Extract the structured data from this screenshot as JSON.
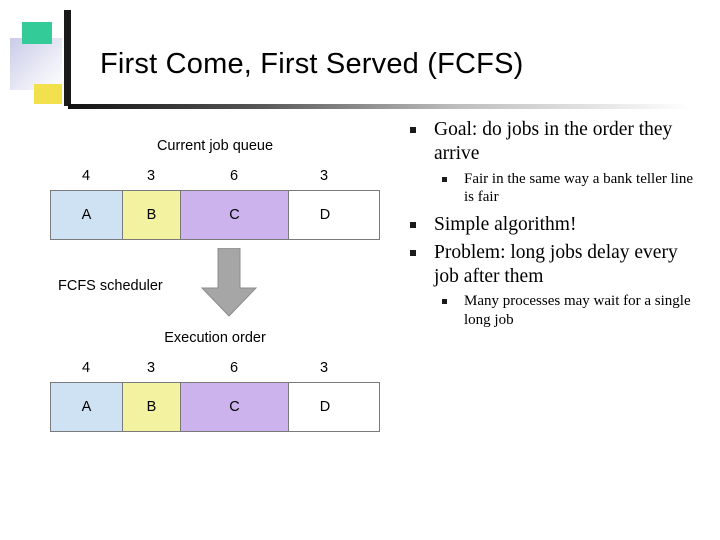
{
  "slide": {
    "title": "First Come, First Served (FCFS)",
    "left": {
      "queue_caption": "Current job queue",
      "queue_numbers": [
        "4",
        "3",
        "6",
        "3"
      ],
      "queue_jobs": [
        "A",
        "B",
        "C",
        "D"
      ],
      "scheduler_label": "FCFS scheduler",
      "exec_caption": "Execution order",
      "exec_numbers": [
        "4",
        "3",
        "6",
        "3"
      ],
      "exec_jobs": [
        "A",
        "B",
        "C",
        "D"
      ]
    },
    "bullets": [
      {
        "level": 1,
        "text": "Goal: do jobs in the order they arrive"
      },
      {
        "level": 2,
        "text": "Fair in the same way a bank teller line is fair"
      },
      {
        "level": 1,
        "text": "Simple algorithm!"
      },
      {
        "level": 1,
        "text": "Problem: long jobs delay every job after them"
      },
      {
        "level": 2,
        "text": "Many processes may wait for a single long job"
      }
    ]
  },
  "colors": {
    "job_a": "#cfe2f3",
    "job_b": "#f2f2a0",
    "job_c": "#ccb3ee",
    "job_d": "#ffffff",
    "arrow": "#a6a6a6",
    "deco_green": "#33cc99",
    "deco_yellow": "#f2e14c"
  }
}
